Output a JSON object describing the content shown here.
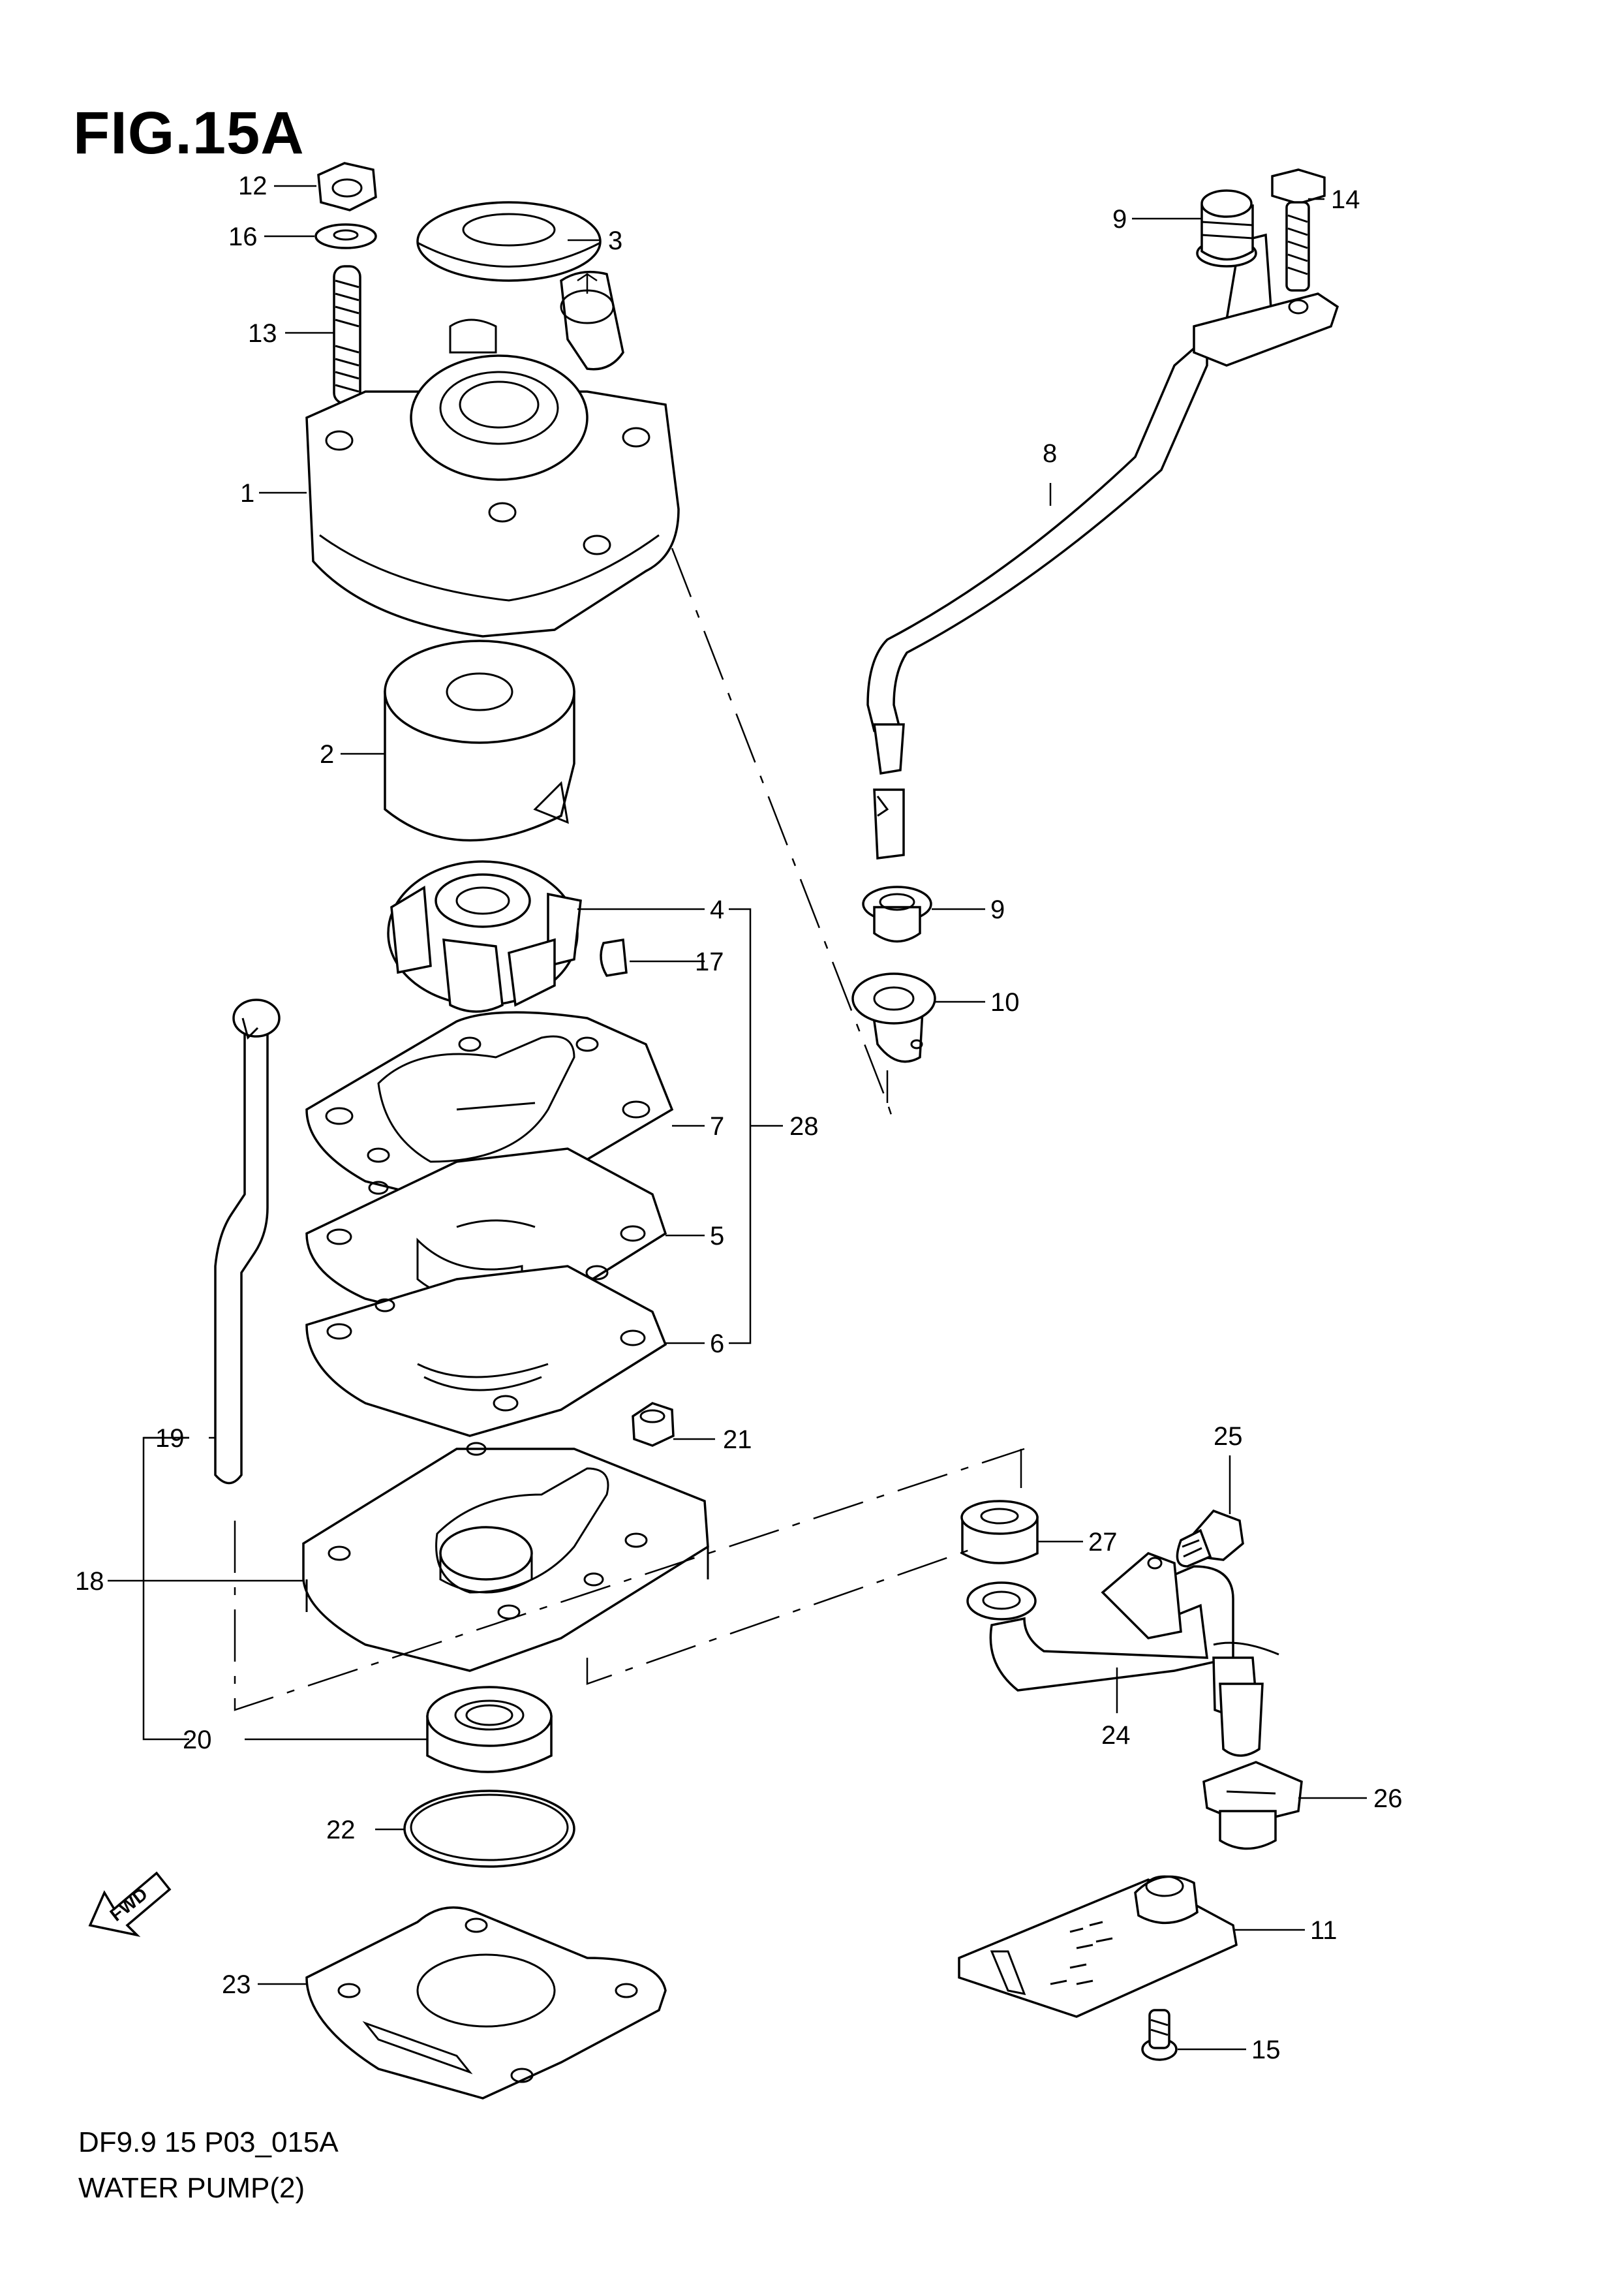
{
  "figure": {
    "title": "FIG.15A",
    "code": "DF9.9 15 P03_015A",
    "name": "WATER PUMP(2)"
  },
  "direction_arrow": "FWD",
  "callouts": {
    "c1": "1",
    "c2": "2",
    "c3": "3",
    "c4": "4",
    "c5": "5",
    "c6": "6",
    "c7": "7",
    "c8": "8",
    "c9a": "9",
    "c9b": "9",
    "c10": "10",
    "c11": "11",
    "c12": "12",
    "c13": "13",
    "c14": "14",
    "c15": "15",
    "c16": "16",
    "c17": "17",
    "c18": "18",
    "c19": "19",
    "c20": "20",
    "c21": "21",
    "c22": "22",
    "c23": "23",
    "c24": "24",
    "c25": "25",
    "c26": "26",
    "c27": "27",
    "c28": "28"
  }
}
